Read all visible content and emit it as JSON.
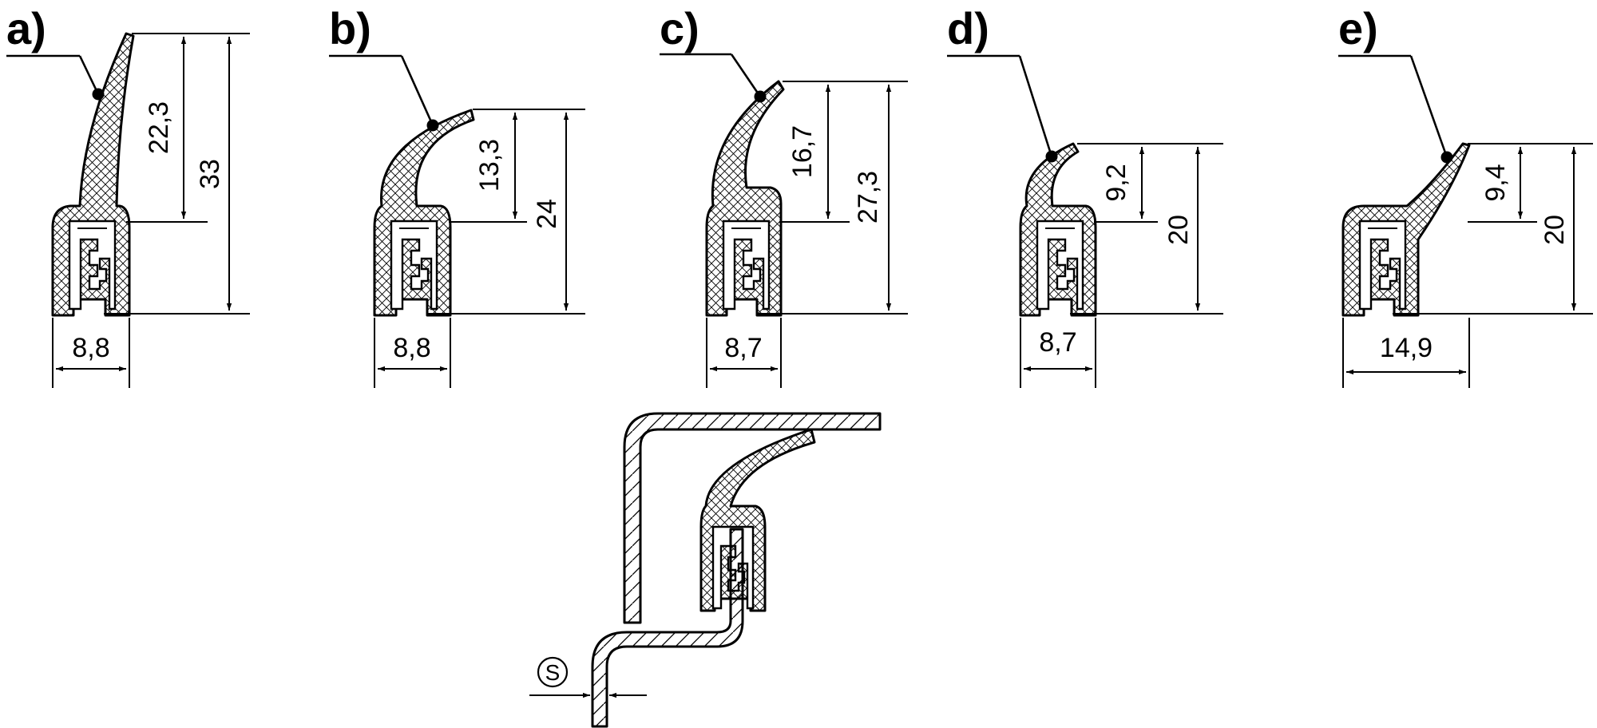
{
  "profiles": [
    {
      "label": "a)",
      "height": "33",
      "lip": "22,3",
      "width": "8,8"
    },
    {
      "label": "b)",
      "height": "24",
      "lip": "13,3",
      "width": "8,8"
    },
    {
      "label": "c)",
      "height": "27,3",
      "lip": "16,7",
      "width": "8,7"
    },
    {
      "label": "d)",
      "height": "20",
      "lip": "9,2",
      "width": "8,7"
    },
    {
      "label": "e)",
      "height": "20",
      "lip": "9,4",
      "width": "14,9"
    }
  ],
  "assembly": {
    "thickness_symbol": "S"
  }
}
